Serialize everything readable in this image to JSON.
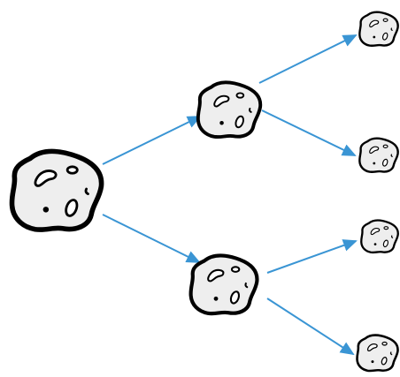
{
  "diagram": {
    "type": "asteroid-splitting-tree",
    "colors": {
      "background": "#ffffff",
      "rock_fill": "#eeeeee",
      "rock_outline": "#000000",
      "arrow": "#3a95d4"
    },
    "levels": [
      {
        "level": 1,
        "rock_count": 1
      },
      {
        "level": 2,
        "rock_count": 2
      },
      {
        "level": 3,
        "rock_count": 4
      }
    ],
    "icons": [
      "asteroid-icon",
      "arrow-icon"
    ]
  }
}
